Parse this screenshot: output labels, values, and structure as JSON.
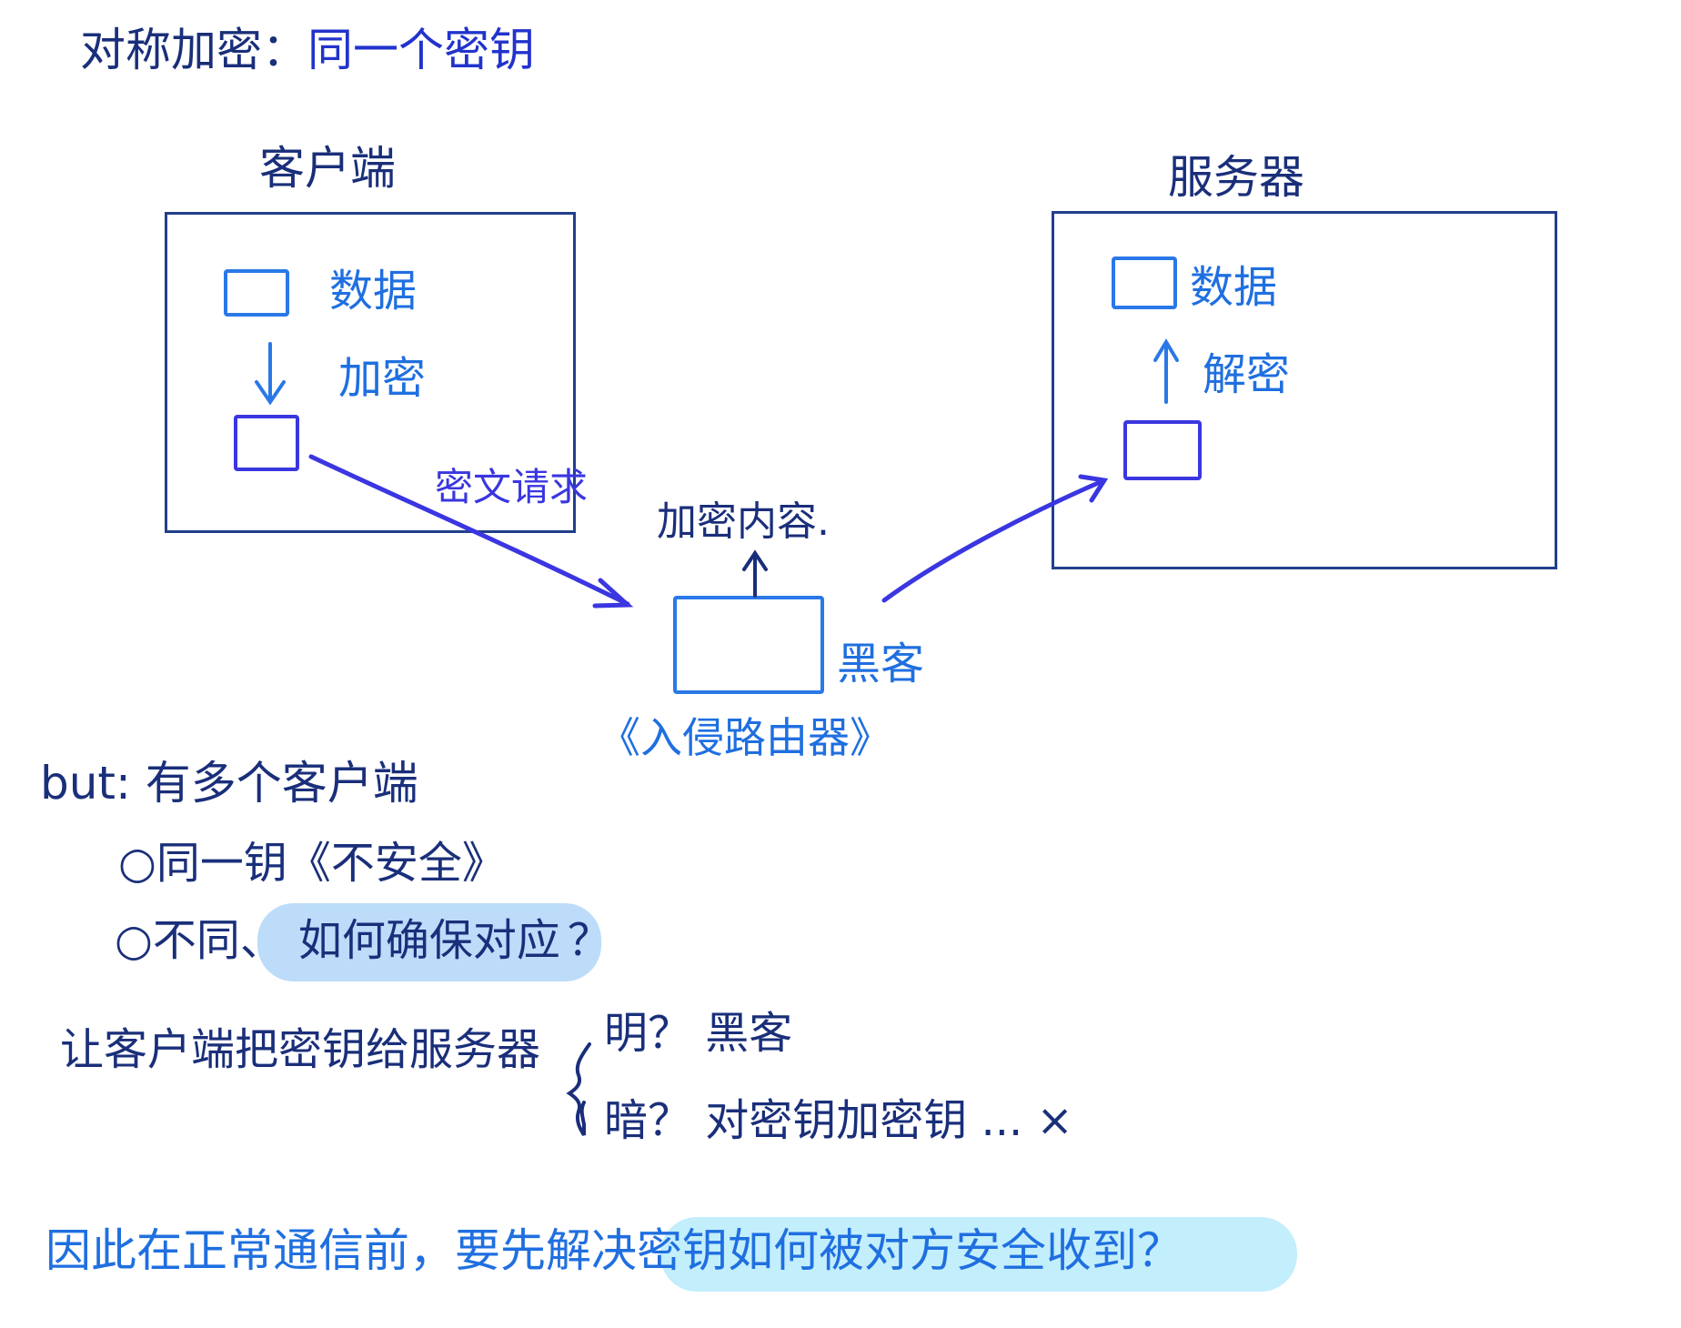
{
  "title": {
    "main": "对称加密",
    "sep": "：",
    "sub": "同一个密钥"
  },
  "client": {
    "label": "客户端",
    "data_label": "数据",
    "encrypt_label": "加密",
    "request_label": "密文请求"
  },
  "server": {
    "label": "服务器",
    "data_label": "数据",
    "decrypt_label": "解密"
  },
  "hacker": {
    "top_label": "加密内容.",
    "side_label": "黑客",
    "bottom_label": "《入侵路由器》"
  },
  "notes": {
    "but": "but: 有多个客户端",
    "option1": "○同一钥《不安全》",
    "option2_prefix": "○不同、",
    "option2_highlight": "如何确保对应",
    "option2_suffix": "？",
    "send_key": "让客户端把密钥给服务器",
    "plain": "明？ 黑客",
    "cipher": "暗？ 对密钥加密钥 ... ×",
    "conclusion_prefix": "因此在正常通信前，要先解决",
    "conclusion_highlight": "密钥如何被对方安全收到？"
  },
  "colors": {
    "navy": "#1a2f7a",
    "blue": "#1f6fe0",
    "violet": "#3a36e0",
    "highlight_blue": "#bcdcfa",
    "highlight_cyan": "#c3eefb"
  }
}
